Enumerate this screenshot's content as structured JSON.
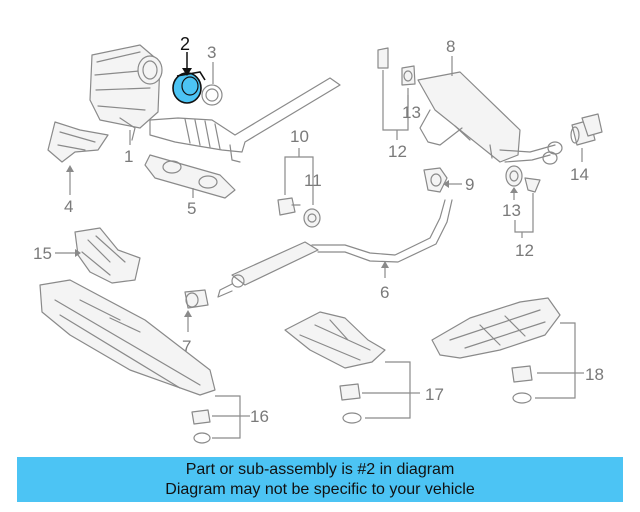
{
  "labels": {
    "p1": "1",
    "p2": "2",
    "p3": "3",
    "p4": "4",
    "p5": "5",
    "p6": "6",
    "p7": "7",
    "p8": "8",
    "p9": "9",
    "p10": "10",
    "p11": "11",
    "p12a": "12",
    "p12b": "12",
    "p13a": "13",
    "p13b": "13",
    "p14": "14",
    "p15": "15",
    "p16": "16",
    "p17": "17",
    "p18": "18"
  },
  "highlight": {
    "part": "2",
    "color": "#4cc4f4"
  },
  "banner": {
    "line1": "Part or sub-assembly is #2 in diagram",
    "line2": "Diagram may not be specific to your vehicle",
    "color": "#4cc4f4"
  }
}
